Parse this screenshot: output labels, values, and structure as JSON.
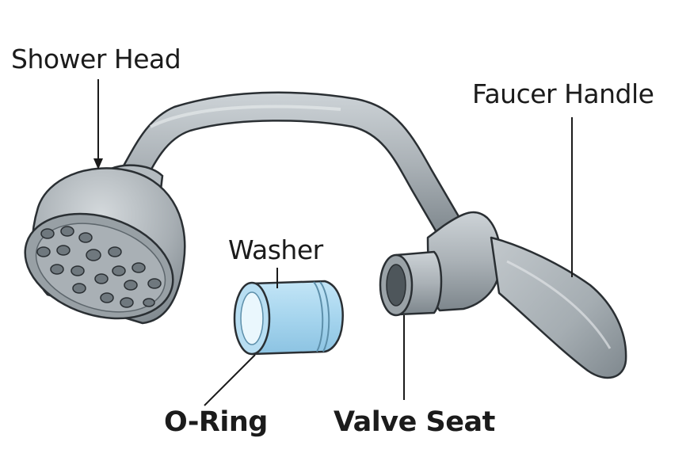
{
  "labels": {
    "shower_head": "Shower Head",
    "faucet_handle": "Faucer Handle",
    "washer": "Washer",
    "o_ring": "O-Ring",
    "valve_seat": "Valve Seat"
  },
  "colors": {
    "metal": "#a9b0b5",
    "metal_dark": "#6f787e",
    "metal_light": "#cfd5d8",
    "washer": "#a9d7ef",
    "washer_outline": "#5d8faa",
    "outline": "#2a2f33",
    "text": "#1b1b1b"
  },
  "icons": [
    "shower-head",
    "faucet-arm",
    "faucet-handle",
    "washer-cylinder",
    "valve-seat"
  ]
}
